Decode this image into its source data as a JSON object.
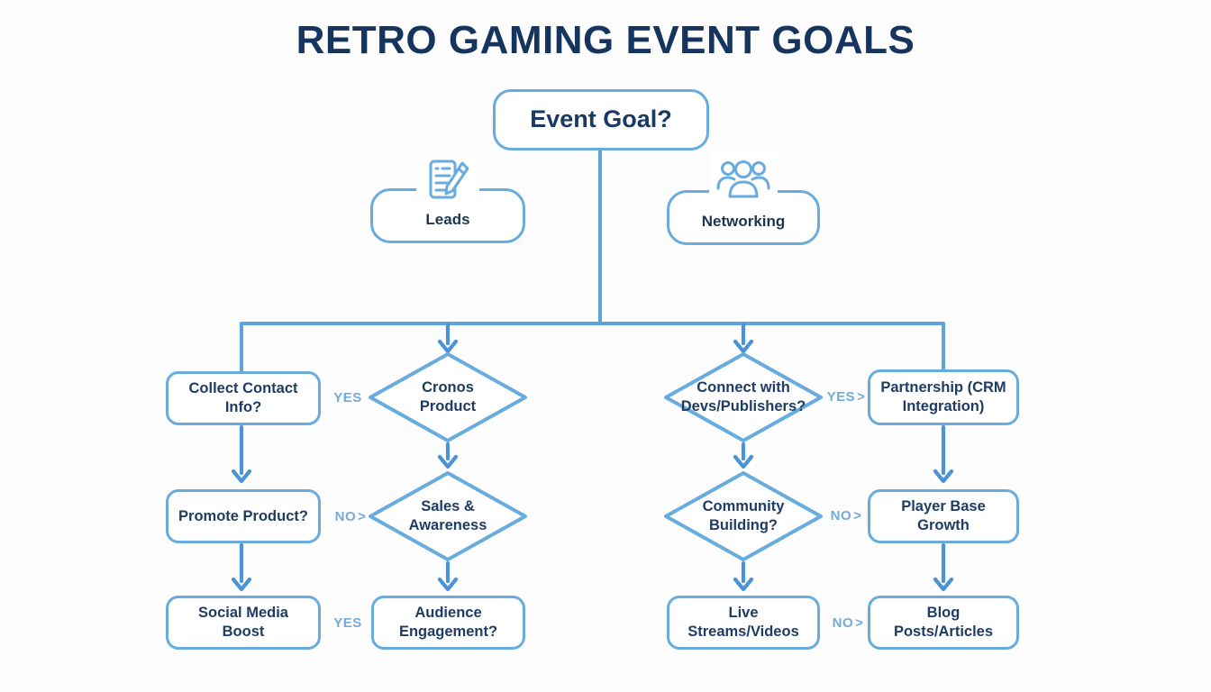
{
  "title": "RETRO GAMING EVENT GOALS",
  "root_node": {
    "label": "Event Goal?"
  },
  "branch_nodes": [
    {
      "label": "Leads",
      "icon": "document-pencil-icon"
    },
    {
      "label": "Networking",
      "icon": "people-group-icon"
    }
  ],
  "columns": {
    "leads_yes": {
      "row1": "Collect Contact Info?",
      "row2": "Promote Product?",
      "row3": "Social Media Boost"
    },
    "leads_branch": {
      "row1": "Cronos Product",
      "row2": "Sales & Awareness",
      "row3": "Audience Engagement?"
    },
    "networking_branch": {
      "row1": "Connect with Devs/Publishers?",
      "row2": "Community Building?",
      "row3": "Live Streams/Videos"
    },
    "networking_yes": {
      "row1": "Partnership (CRM Integration)",
      "row2": "Player Base Growth",
      "row3": "Blog Posts/Articles"
    }
  },
  "edge_labels": [
    {
      "text": "YES",
      "chevron": ""
    },
    {
      "text": "YES",
      "chevron": ">"
    },
    {
      "text": "NO",
      "chevron": ">"
    },
    {
      "text": "NO",
      "chevron": ">"
    },
    {
      "text": "YES",
      "chevron": ""
    },
    {
      "text": "NO",
      "chevron": ">"
    }
  ],
  "colors": {
    "title_navy": "#16355e",
    "node_text_navy": "#1e3c64",
    "shape_border_blue": "#67acdd",
    "connector_blue": "#5da4da",
    "arrow_blue": "#4a94d6",
    "edge_label_blue": "#74abd6",
    "background": "#fdfdfd"
  }
}
